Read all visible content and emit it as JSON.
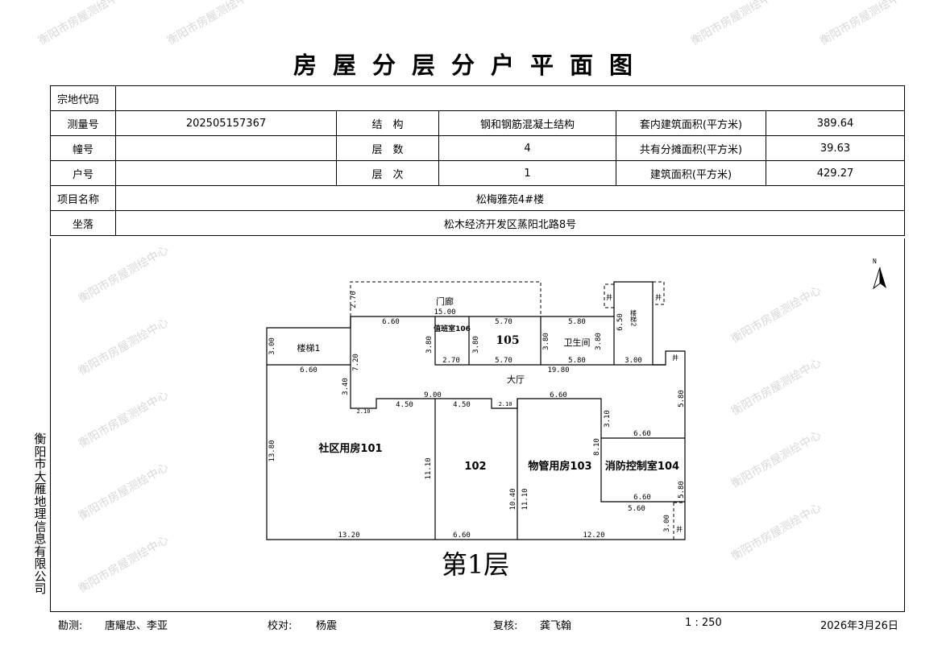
{
  "title": "房屋分层分户平面图",
  "watermark": "衡阳市房屋测绘中心",
  "table": {
    "zongdi_label": "宗地代码",
    "zongdi_value": "",
    "survey_no_label": "测量号",
    "survey_no": "202505157367",
    "structure_label": "结　构",
    "structure": "钢和钢筋混凝土结构",
    "inner_area_label": "套内建筑面积(平方米)",
    "inner_area": "389.64",
    "building_no_label": "幢号",
    "building_no": "",
    "floors_label": "层　数",
    "floors": "4",
    "shared_area_label": "共有分摊面积(平方米)",
    "shared_area": "39.63",
    "unit_no_label": "户号",
    "unit_no": "",
    "floor_label": "层　次",
    "floor": "1",
    "total_area_label": "建筑面积(平方米)",
    "total_area": "429.27",
    "project_label": "项目名称",
    "project": "松梅雅苑4#楼",
    "location_label": "坐落",
    "location": "松木经济开发区蒸阳北路8号"
  },
  "plan": {
    "floor_title": "第1层",
    "north": "N",
    "rooms": [
      "楼梯1",
      "门廊",
      "值班室106",
      "105",
      "卫生间",
      "楼梯2",
      "大厅",
      "社区用房101",
      "102",
      "物管用房103",
      "消防控制室104",
      "井"
    ],
    "dims": [
      "2.70",
      "15.00",
      "6.60",
      "5.70",
      "5.80",
      "3.00",
      "3.80",
      "3.80",
      "3.80",
      "3.80",
      "6.50",
      "2.70",
      "5.70",
      "5.80",
      "3.00",
      "6.60",
      "19.80",
      "7.20",
      "3.40",
      "9.00",
      "6.60",
      "5.80",
      "2.10",
      "4.50",
      "4.50",
      "2.10",
      "3.10",
      "6.60",
      "8.10",
      "13.80",
      "11.10",
      "10.40",
      "11.10",
      "5.80",
      "6.60",
      "5.60",
      "3.00",
      "13.20",
      "6.60",
      "12.20"
    ]
  },
  "company": "衡阳市大雁地理信息有限公司",
  "footer": {
    "surveyor_label": "勘测:",
    "surveyor": "唐耀忠、李亚",
    "checker_label": "校对:",
    "checker": "杨震",
    "reviewer_label": "复核:",
    "reviewer": "龚飞翰",
    "scale": "1 : 250",
    "date": "2026年3月26日"
  }
}
